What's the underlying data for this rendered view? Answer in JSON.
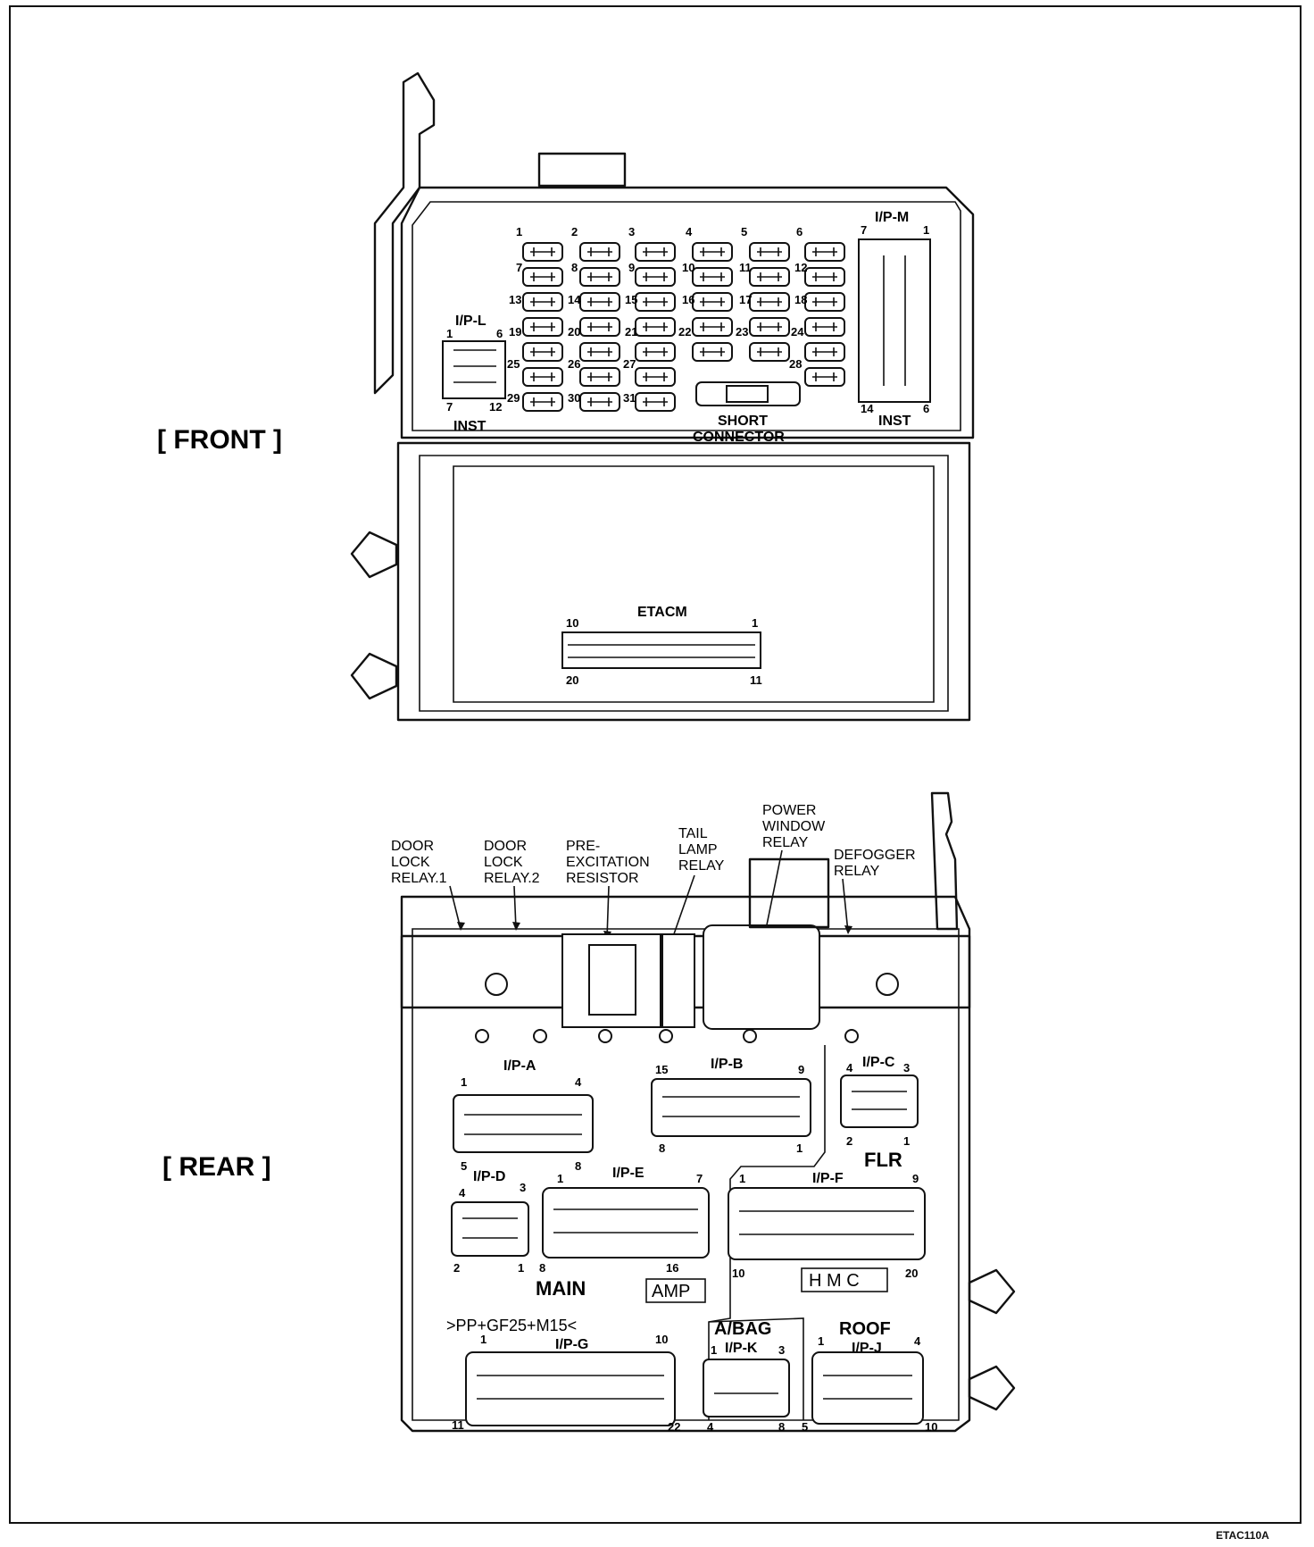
{
  "views": {
    "front": "[ FRONT ]",
    "rear": "[ REAR ]"
  },
  "front": {
    "fuse_numbers": [
      "1",
      "2",
      "3",
      "4",
      "5",
      "6",
      "7",
      "8",
      "9",
      "10",
      "11",
      "12",
      "13",
      "14",
      "15",
      "16",
      "17",
      "18",
      "19",
      "20",
      "21",
      "22",
      "23",
      "24",
      "25",
      "26",
      "27",
      "28",
      "29",
      "30",
      "31"
    ],
    "ip_l": {
      "name": "I/P-L",
      "pins": [
        "1",
        "6",
        "7",
        "12"
      ],
      "sub": "INST"
    },
    "ip_m": {
      "name": "I/P-M",
      "pins": [
        "7",
        "1",
        "14",
        "6"
      ],
      "sub": "INST"
    },
    "short_connector": [
      "SHORT",
      "CONNECTOR"
    ],
    "etacm": {
      "name": "ETACM",
      "pins": [
        "10",
        "1",
        "20",
        "11"
      ]
    }
  },
  "rear": {
    "callouts": [
      [
        "DOOR",
        "LOCK",
        "RELAY.1"
      ],
      [
        "DOOR",
        "LOCK",
        "RELAY.2"
      ],
      [
        "PRE-",
        "EXCITATION",
        "RESISTOR"
      ],
      [
        "TAIL",
        "LAMP",
        "RELAY"
      ],
      [
        "POWER",
        "WINDOW",
        "RELAY"
      ],
      [
        "DEFOGGER",
        "RELAY"
      ]
    ],
    "connectors": {
      "ip_a": {
        "name": "I/P-A",
        "pins": [
          "1",
          "4",
          "5",
          "8"
        ]
      },
      "ip_b": {
        "name": "I/P-B",
        "pins": [
          "15",
          "9",
          "8",
          "1"
        ]
      },
      "ip_c": {
        "name": "I/P-C",
        "pins": [
          "4",
          "3",
          "2",
          "1"
        ]
      },
      "ip_d": {
        "name": "I/P-D",
        "pins": [
          "4",
          "3",
          "2",
          "1"
        ]
      },
      "ip_e": {
        "name": "I/P-E",
        "pins": [
          "1",
          "7",
          "8",
          "16"
        ]
      },
      "ip_f": {
        "name": "I/P-F",
        "pins": [
          "1",
          "9",
          "10",
          "20"
        ]
      },
      "ip_g": {
        "name": "I/P-G",
        "pins": [
          "1",
          "10",
          "11",
          "22"
        ]
      },
      "ip_k": {
        "name": "I/P-K",
        "pins": [
          "1",
          "3",
          "4",
          "8"
        ]
      },
      "ip_j": {
        "name": "I/P-J",
        "pins": [
          "1",
          "4",
          "5",
          "10"
        ]
      }
    },
    "sections": {
      "flr": "FLR",
      "main": "MAIN",
      "abag": "A/BAG",
      "roof": "ROOF"
    },
    "moulding": {
      "amp": "AMP",
      "hmc": "H M C",
      "material": ">PP+GF25+M15<"
    }
  },
  "figure_id": "ETAC110A"
}
